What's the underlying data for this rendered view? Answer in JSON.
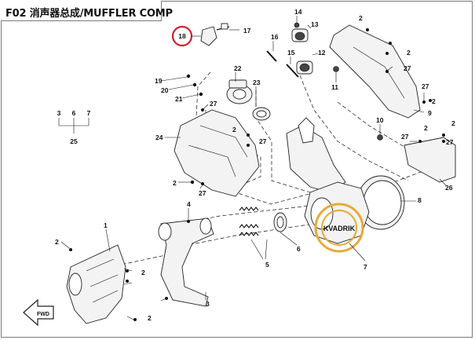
{
  "title": "F02 消声器总成/MUFFLER COMP",
  "highlight_color": "#d0202a",
  "watermark_color": "#e8a93a",
  "watermark_text": "KVADRIK",
  "callouts": {
    "c1": "1",
    "c2a": "2",
    "c2b": "2",
    "c2c": "2",
    "c2d": "2",
    "c2e": "2",
    "c2f": "2",
    "c2g": "2",
    "c2h": "2",
    "c2i": "2",
    "c2j": "2",
    "c3": "3",
    "c4": "4",
    "c5": "5",
    "c6": "6",
    "c7": "7",
    "c8": "8",
    "c9": "9",
    "c10": "10",
    "c11": "11",
    "c12": "12",
    "c13": "13",
    "c14": "14",
    "c15": "15",
    "c16": "16",
    "c17": "17",
    "c18": "18",
    "c19": "19",
    "c20": "20",
    "c21": "21",
    "c22": "22",
    "c23": "23",
    "c24": "24",
    "c25": "25",
    "c26": "26",
    "c27a": "27",
    "c27b": "27",
    "c27c": "27",
    "c27d": "27",
    "c27e": "27",
    "c27f": "27",
    "c27g": "27",
    "g3": "3",
    "g6": "6",
    "g7": "7"
  },
  "fwd_label": "FWD"
}
